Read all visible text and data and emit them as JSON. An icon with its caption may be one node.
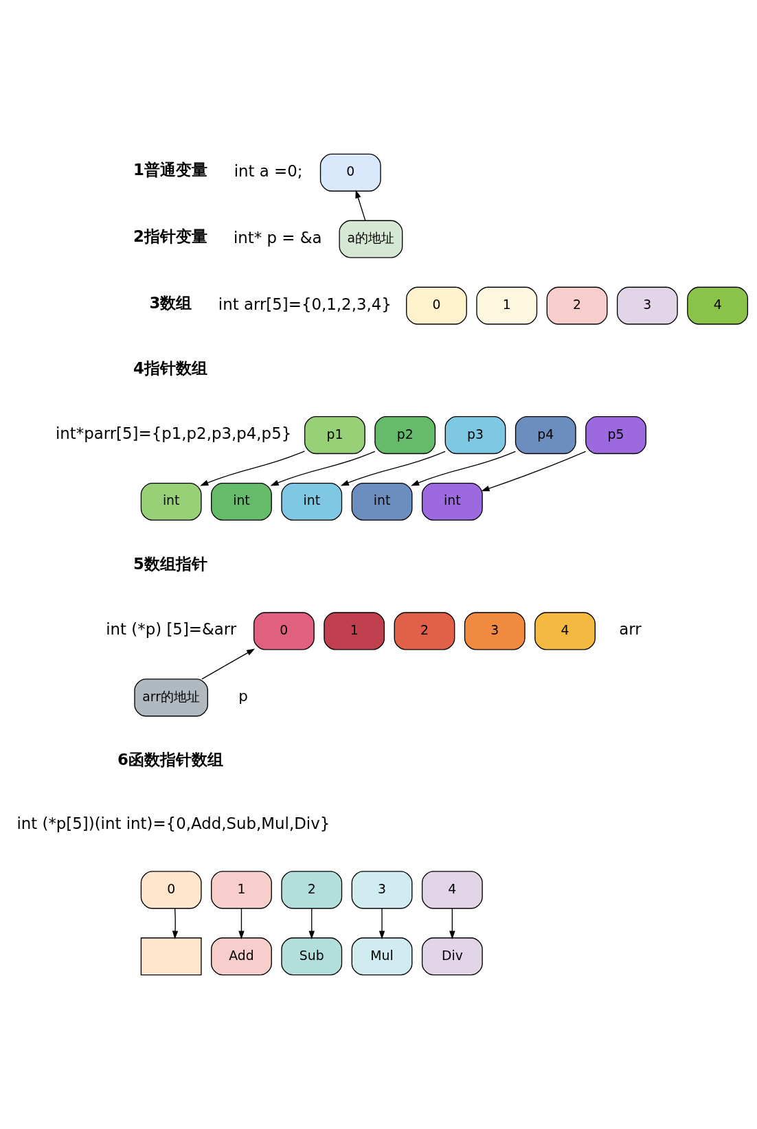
{
  "diagram": {
    "nodes": [
      {
        "text": [
          "0"
        ]
      },
      {
        "text": [
          "a的地址"
        ]
      },
      {
        "text": [
          "0"
        ]
      },
      {
        "text": [
          "1"
        ]
      },
      {
        "text": [
          "2"
        ]
      },
      {
        "text": [
          "3"
        ]
      },
      {
        "text": [
          "4"
        ]
      },
      {
        "text": [
          "p1"
        ]
      },
      {
        "text": [
          "p2"
        ]
      },
      {
        "text": [
          "p3"
        ]
      },
      {
        "text": [
          "p4"
        ]
      },
      {
        "text": [
          "p5"
        ]
      },
      {
        "text": [
          "int"
        ]
      },
      {
        "text": [
          "int"
        ]
      },
      {
        "text": [
          "int"
        ]
      },
      {
        "text": [
          "int"
        ]
      },
      {
        "text": [
          "int"
        ]
      },
      {
        "text": [
          "0"
        ]
      },
      {
        "text": [
          "1"
        ]
      },
      {
        "text": [
          "2"
        ]
      },
      {
        "text": [
          "3"
        ]
      },
      {
        "text": [
          "4"
        ]
      },
      {
        "text": [
          "arr的地址"
        ],
        "beside": [
          "p"
        ]
      },
      {
        "text": [
          "0"
        ]
      },
      {
        "text": [
          "1"
        ]
      },
      {
        "text": [
          "2"
        ]
      },
      {
        "text": [
          "3"
        ]
      },
      {
        "text": [
          "4"
        ]
      },
      {
        "text": [],
        "shape": "box"
      },
      {
        "text": [
          "Add"
        ]
      },
      {
        "text": [
          "Sub"
        ]
      },
      {
        "text": [
          "Mul"
        ]
      },
      {
        "text": [
          "Div"
        ]
      }
    ],
    "edges": [
      {
        "from": 1,
        "to": 0,
        "arrow": "to"
      },
      {
        "from": 7,
        "to": 12,
        "arrow": "to"
      },
      {
        "from": 8,
        "to": 13,
        "arrow": "to"
      },
      {
        "from": 9,
        "to": 14,
        "arrow": "to"
      },
      {
        "from": 10,
        "to": 15,
        "arrow": "to"
      },
      {
        "from": 11,
        "to": 16,
        "arrow": "to"
      },
      {
        "from": 22,
        "to": 17,
        "arrow": "to"
      },
      {
        "from": 23,
        "to": 28,
        "arrow": "to"
      },
      {
        "from": 24,
        "to": 29,
        "arrow": "to"
      },
      {
        "from": 25,
        "to": 30,
        "arrow": "to"
      },
      {
        "from": 26,
        "to": 31,
        "arrow": "to"
      },
      {
        "from": 27,
        "to": 32,
        "arrow": "to"
      }
    ],
    "labels": [
      "1普通变量",
      "int a =0;",
      "2指针变量",
      "int* p = &a",
      "3数组",
      "int arr[5]={0,1,2,3,4}",
      "4指针数组",
      "int*parr[5]={p1,p2,p3,p4,p5}",
      "5数组指针",
      "int (*p) [5]=&arr",
      "arr",
      "6函数指针数组",
      "int (*p[5])(int int)={0,Add,Sub,Mul,Div}"
    ]
  }
}
